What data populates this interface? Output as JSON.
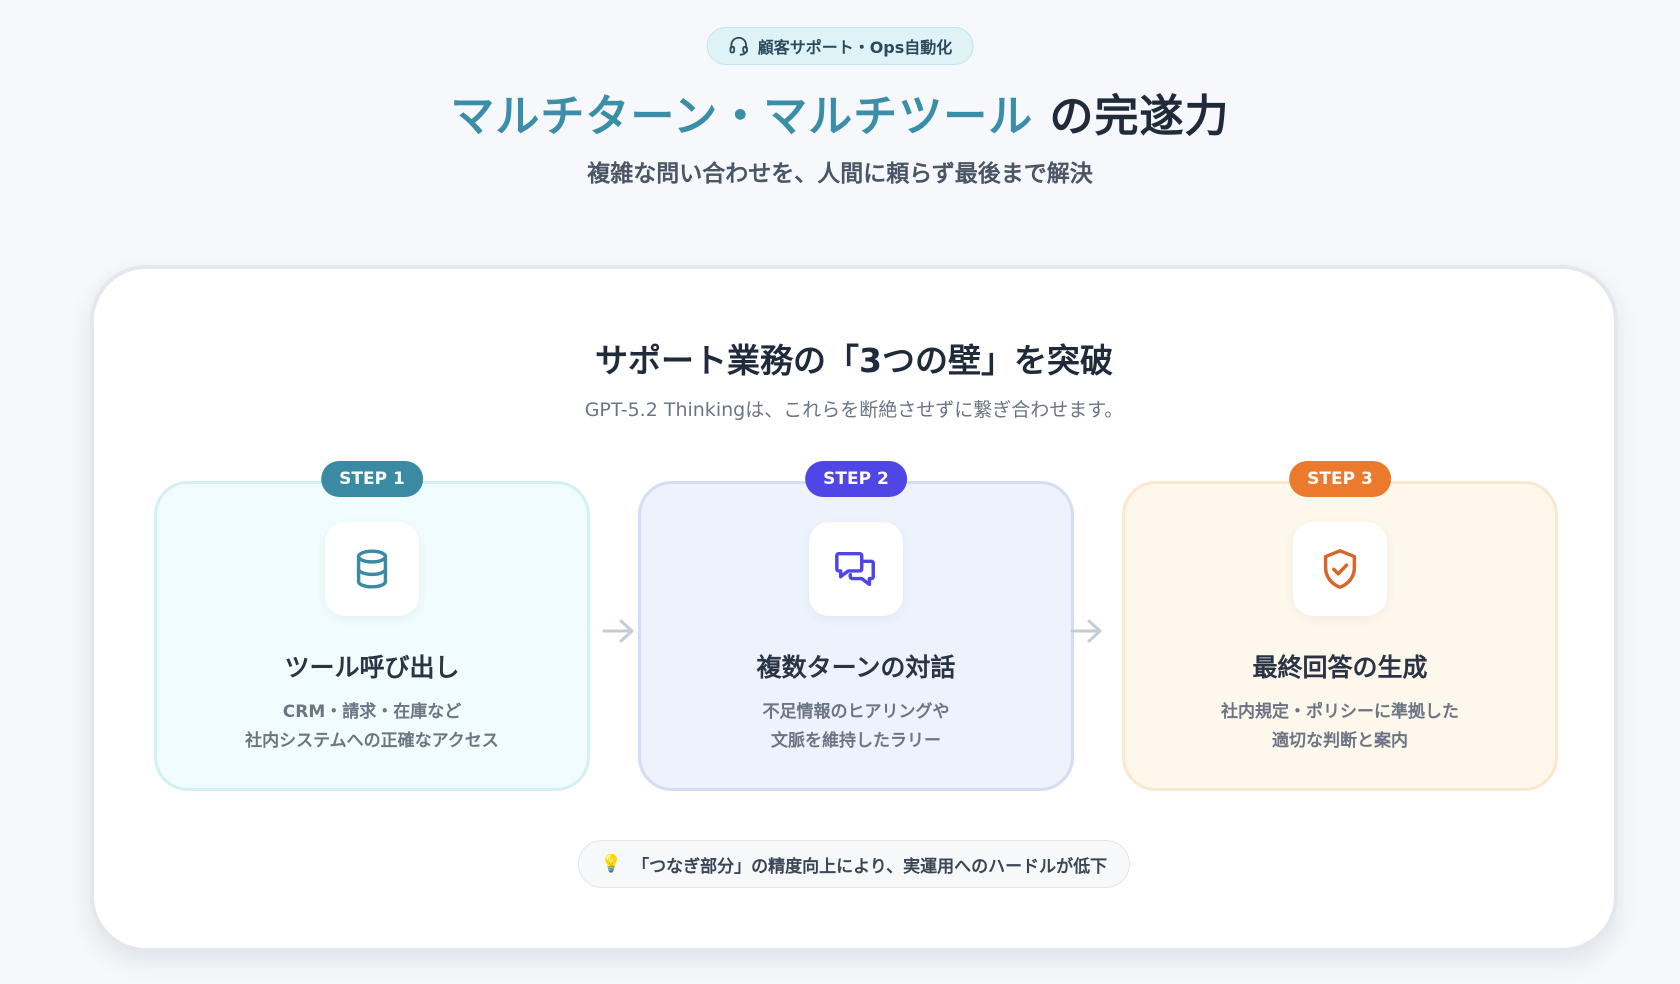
{
  "header": {
    "badge_label": "顧客サポート・Ops自動化",
    "title_accent": "マルチターン・マルチツール",
    "title_rest": " の完遂力",
    "subtitle": "複雑な問い合わせを、人間に頼らず最後まで解決"
  },
  "card": {
    "title": "サポート業務の「3つの壁」を突破",
    "subtitle": "GPT-5.2 Thinkingは、これらを断絶させずに繋ぎ合わせます。",
    "steps": [
      {
        "badge": "STEP 1",
        "icon": "database-icon",
        "title": "ツール呼び出し",
        "desc_line1": "CRM・請求・在庫など",
        "desc_line2": "社内システムへの正確なアクセス",
        "color": "#3a8aa4"
      },
      {
        "badge": "STEP 2",
        "icon": "chat-bubbles-icon",
        "title": "複数ターンの対話",
        "desc_line1": "不足情報のヒアリングや",
        "desc_line2": "文脈を維持したラリー",
        "color": "#4f46e5"
      },
      {
        "badge": "STEP 3",
        "icon": "shield-check-icon",
        "title": "最終回答の生成",
        "desc_line1": "社内規定・ポリシーに準拠した",
        "desc_line2": "適切な判断と案内",
        "color": "#ec7a2c"
      }
    ],
    "note": {
      "icon": "lightbulb-icon",
      "bulb": "💡",
      "text": "「つなぎ部分」の精度向上により、実運用へのハードルが低下"
    }
  }
}
